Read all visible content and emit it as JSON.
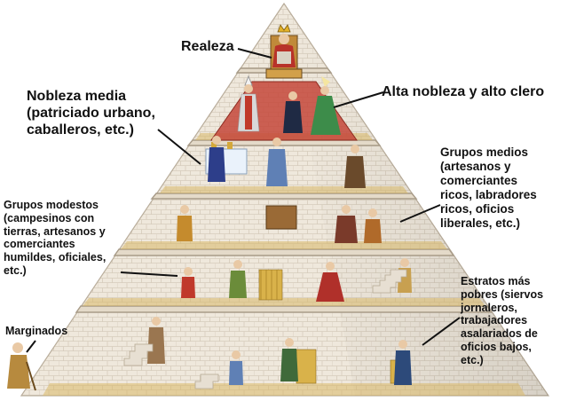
{
  "title": "",
  "labels": {
    "realeza": "Realeza",
    "alta_nobleza": "Alta nobleza y alto clero",
    "nobleza_media": "Nobleza media\n(patriciado urbano,\ncaballeros, etc.)",
    "grupos_medios": "Grupos medios\n(artesanos y\ncomerciantes\nricos, labradores\nricos, oficios\nliberales, etc.)",
    "grupos_modestos": "Grupos modestos\n(campesinos con\ntierras, artesanos y\ncomerciantes\nhumildes, oficiales,\netc.)",
    "estratos_pobres": "Estratos más\npobres (siervos\njornaleros,\ntrabajadores\nasalariados de\noficios bajos,\netc.)",
    "marginados": "Marginados"
  },
  "colors": {
    "stone_light": "#f1ebe0",
    "stone_mid": "#ddd3c3",
    "stone_edge": "#b9ad9b",
    "mortar": "#cfc4b3",
    "leader_line": "#111111",
    "carpet_red": "#b23a2a",
    "table_cloth": "#eaf2fb"
  },
  "icons": [
    "crown-icon",
    "bishop-mitre-icon",
    "noble-figure-icon",
    "merchant-figure-icon",
    "artisan-figure-icon",
    "peasant-figure-icon",
    "laborer-figure-icon",
    "beggar-figure-icon",
    "wheat-bundle-icon",
    "staircase-icon"
  ]
}
